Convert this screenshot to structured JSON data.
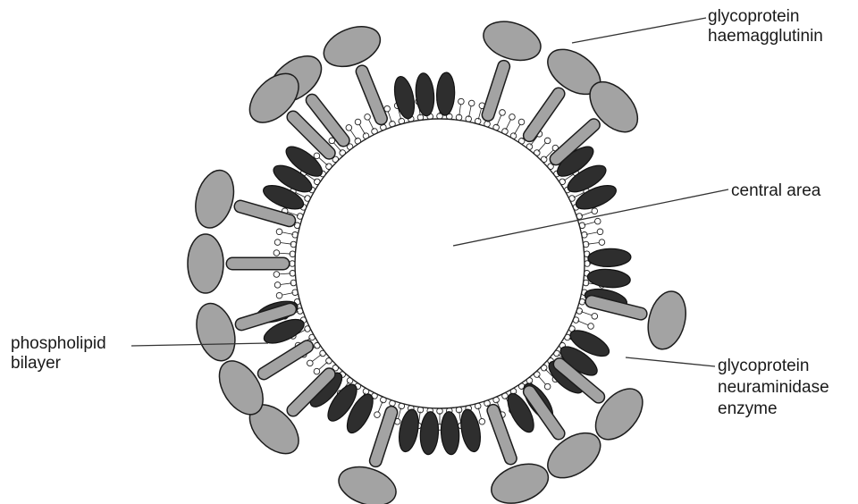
{
  "labels": {
    "haemagglutinin": [
      "glycoprotein",
      "haemagglutinin"
    ],
    "central": [
      "central area"
    ],
    "phospholipid": [
      "phospholipid",
      "bilayer"
    ],
    "neuraminidase": [
      "glycoprotein",
      "neuraminidase",
      "enzyme"
    ]
  },
  "colors": {
    "haemagglutinin_fill": "#a3a3a3",
    "haemagglutinin_stroke": "#1c1c1c",
    "neuraminidase_fill": "#2e2e2e",
    "bilayer_head_fill": "#ffffff",
    "bilayer_stroke": "#222222",
    "leader_line": "#333333"
  },
  "icons": {
    "haemagglutinin": "mushroom-spike-icon",
    "neuraminidase": "dark-lobe-cluster-icon",
    "bilayer": "phospholipid-bead-ring-icon"
  }
}
